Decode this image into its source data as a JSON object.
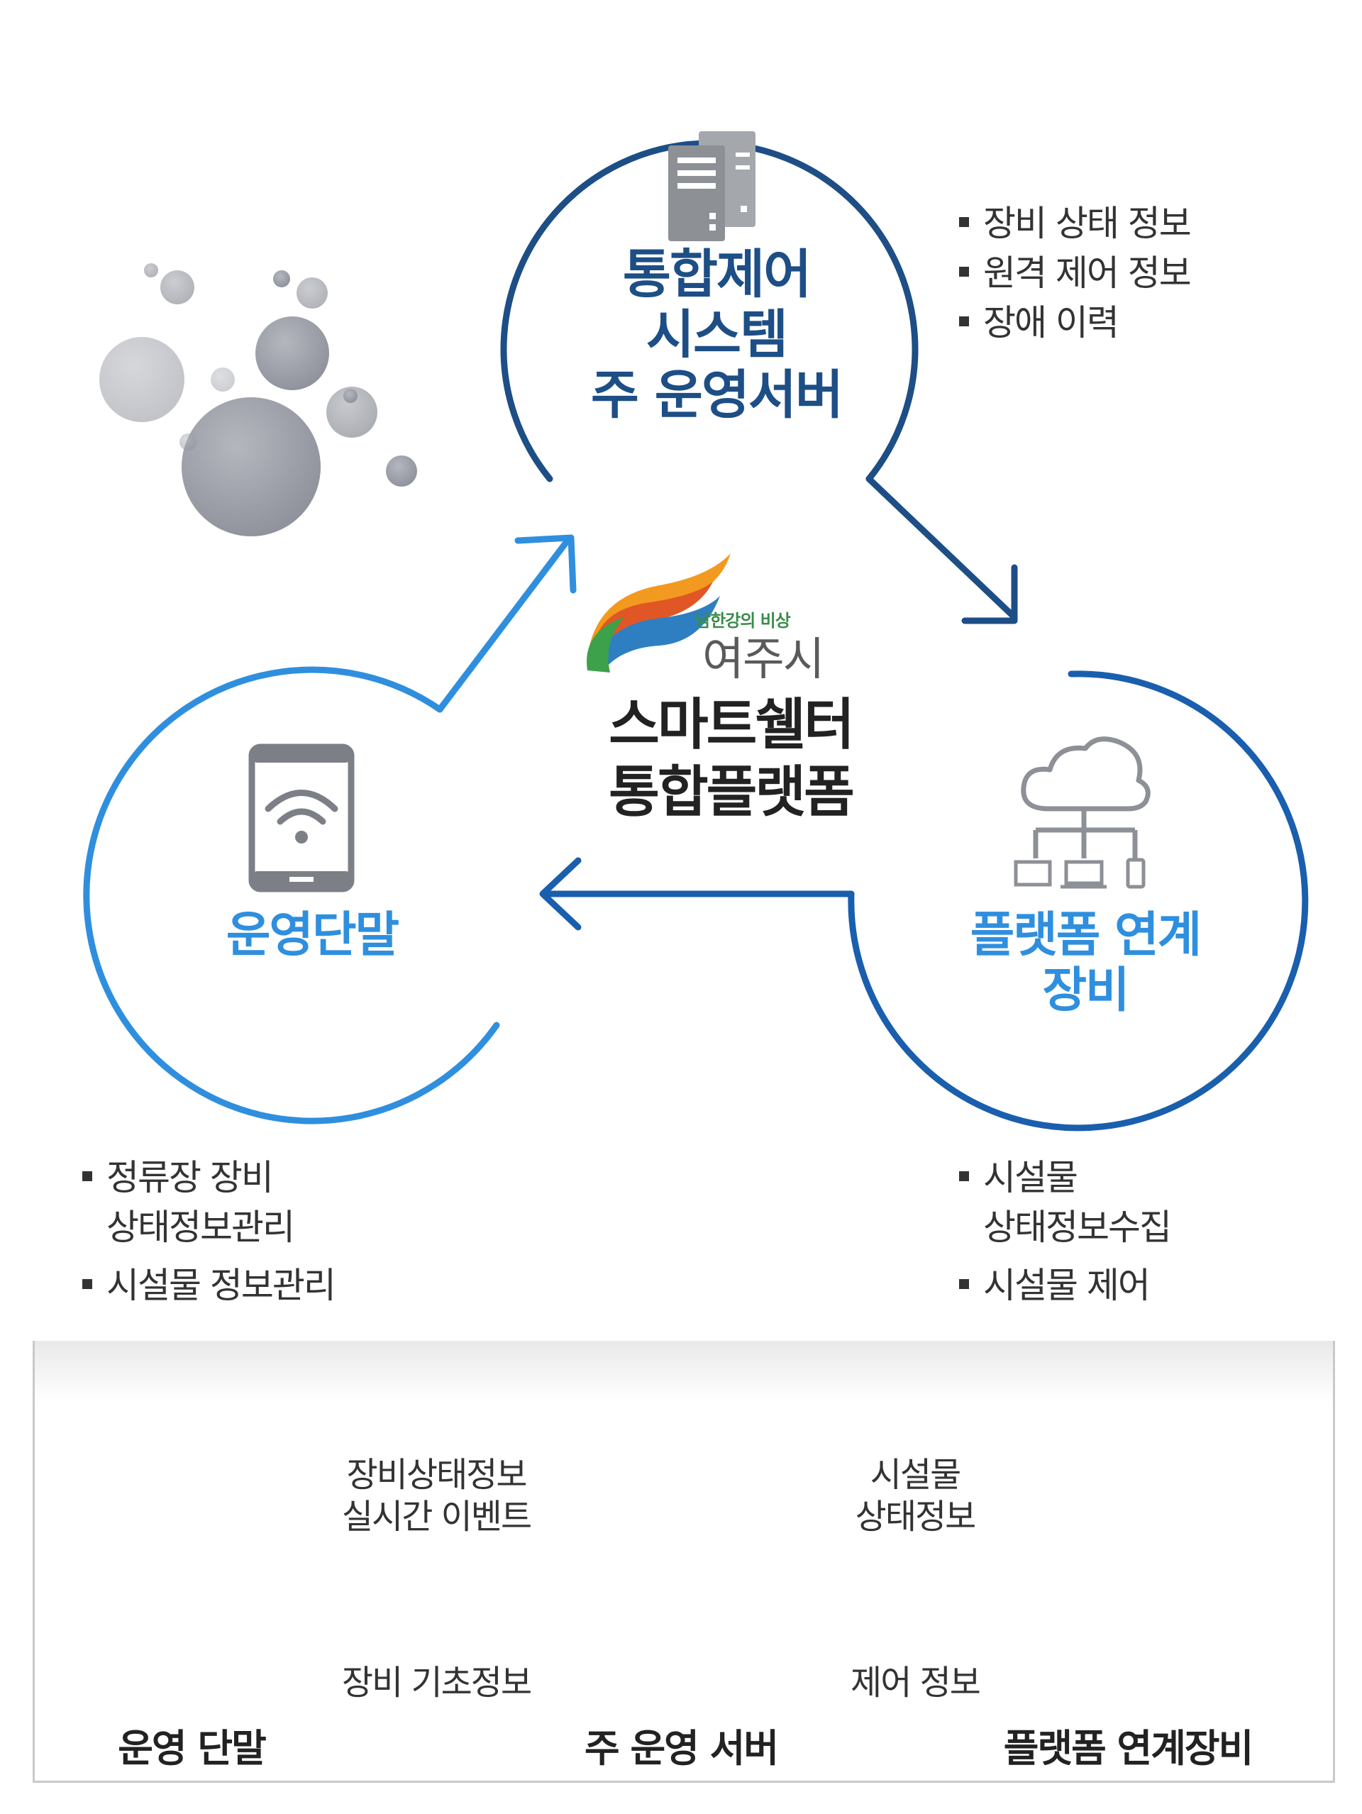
{
  "top_node": {
    "title_lines": [
      "통합제어",
      "시스템",
      "주 운영서버"
    ],
    "icon": "server-tower-icon",
    "bullets": [
      "장비 상태 정보",
      "원격 제어 정보",
      "장애 이력"
    ]
  },
  "left_node": {
    "title": "운영단말",
    "icon": "tablet-wifi-icon",
    "bullets": [
      [
        "정류장 장비",
        "상태정보관리"
      ],
      [
        "시설물 정보관리"
      ]
    ]
  },
  "right_node": {
    "title_lines": [
      "플랫폼 연계",
      "장비"
    ],
    "icon": "cloud-network-devices-icon",
    "bullets": [
      [
        "시설물",
        "상태정보수집"
      ],
      [
        "시설물 제어"
      ]
    ]
  },
  "center": {
    "logo_sub": "남한강의 비상",
    "logo_name": "여주시",
    "title_lines": [
      "스마트쉘터",
      "통합플랫폼"
    ]
  },
  "bottom": {
    "terminal_label": "운영 단말",
    "server_label": "주 운영 서버",
    "platform_label": "플랫폼 연계장비",
    "left_flow_top": [
      "장비상태정보",
      "실시간 이벤트"
    ],
    "left_flow_bottom": "장비 기초정보",
    "right_flow_top": [
      "시설물",
      "상태정보"
    ],
    "right_flow_bottom": "제어 정보"
  },
  "colors": {
    "dark_blue": "#1d4e86",
    "light_blue": "#2f8fde",
    "mid_blue": "#1a5fae",
    "bubble_gray": "#9ea1a9"
  }
}
